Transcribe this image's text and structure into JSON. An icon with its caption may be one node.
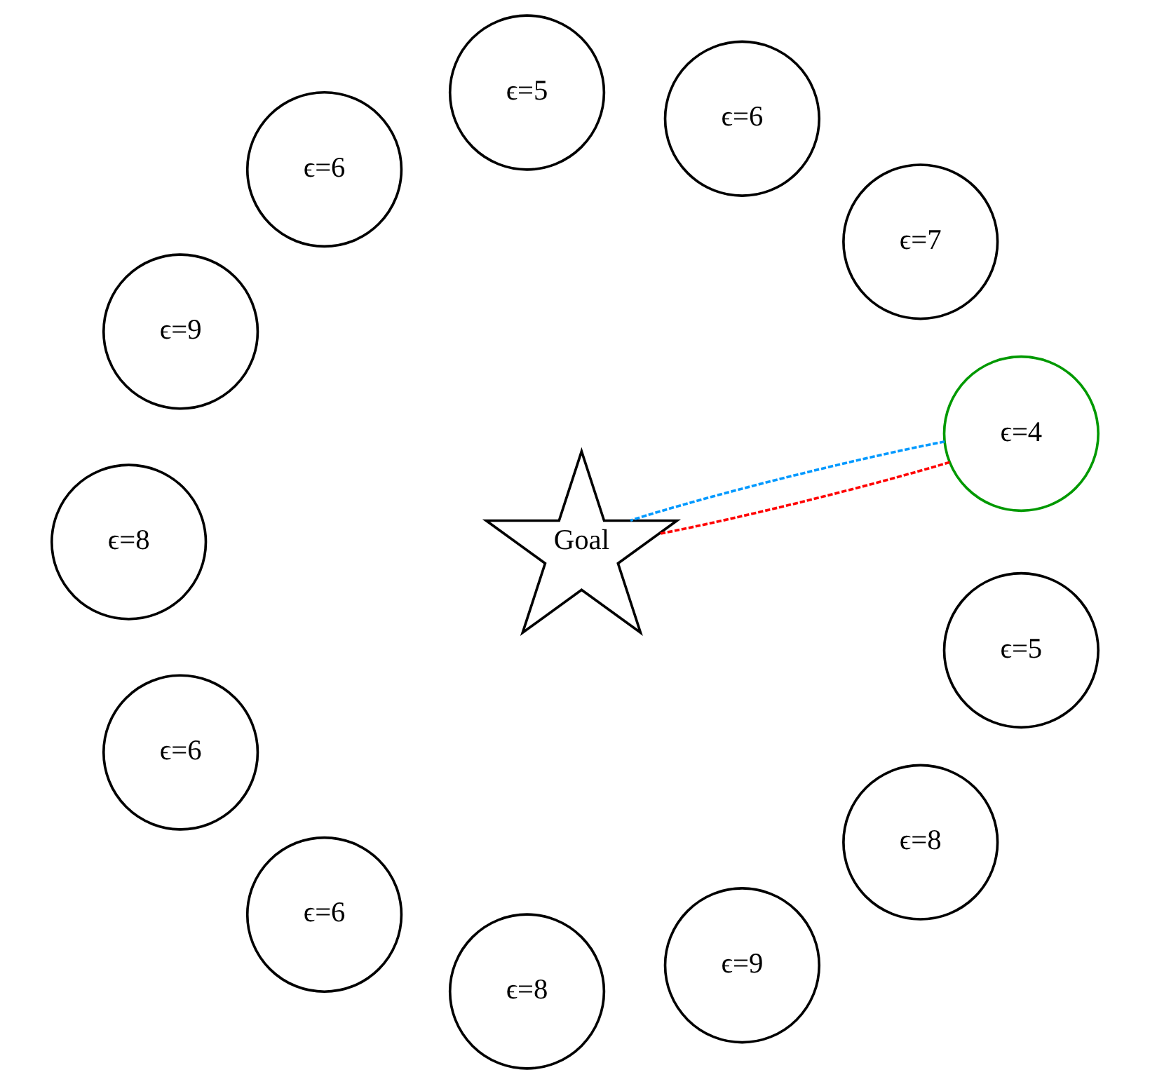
{
  "diagram": {
    "nodes": [
      {
        "text": [
          "ϵ=4"
        ]
      },
      {
        "text": [
          "ϵ=7"
        ]
      },
      {
        "text": [
          "ϵ=6"
        ]
      },
      {
        "text": [
          "ϵ=5"
        ]
      },
      {
        "text": [
          "ϵ=6"
        ]
      },
      {
        "text": [
          "ϵ=9"
        ]
      },
      {
        "text": [
          "ϵ=8"
        ]
      },
      {
        "text": [
          "ϵ=6"
        ]
      },
      {
        "text": [
          "ϵ=6"
        ]
      },
      {
        "text": [
          "ϵ=8"
        ]
      },
      {
        "text": [
          "ϵ=9"
        ]
      },
      {
        "text": [
          "ϵ=8"
        ]
      },
      {
        "text": [
          "ϵ=5"
        ]
      },
      {
        "text": [
          "Goal"
        ]
      }
    ],
    "edges": [
      {
        "from": 0,
        "to": 13,
        "arrow": "none",
        "style": "dashed",
        "color": "#ff0000"
      },
      {
        "from": 0,
        "to": 13,
        "arrow": "none",
        "style": "dashed",
        "color": "#0099ff"
      }
    ]
  }
}
